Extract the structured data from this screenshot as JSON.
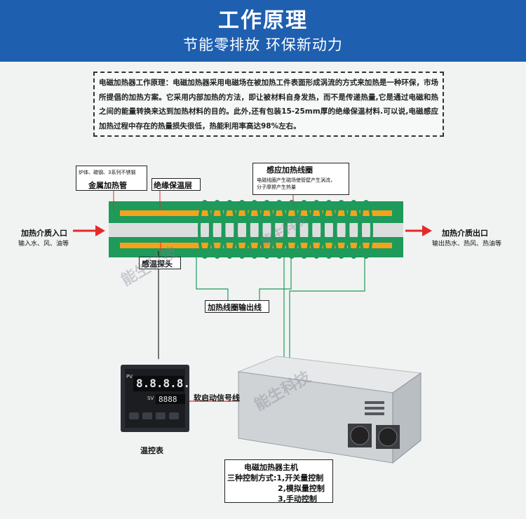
{
  "header": {
    "title": "工作原理",
    "subtitle": "节能零排放 环保新动力",
    "background_color": "#1e5fb0"
  },
  "intro_text": "电磁加热器工作原理：电磁加热器采用电磁场在被加热工件表面形成涡流的方式来加热是一种环保，市场所提倡的加热方案。它采用内部加热的方法，即让被材料自身发热，而不是传递热量,它是通过电磁和热之间的能量转换来达到加热材料的目的。此外,还有包装15-25mm厚的绝缘保温材料.可以说,电磁感应加热过程中存在的热量损失很低，热能利用率高达98%左右。",
  "labels": {
    "pipe_materials": "炉体、碳钢、3系列不锈钢",
    "metal_pipe": "金属加热管",
    "insulation": "绝缘保温层",
    "coil": "感应加热线圈",
    "coil_desc_1": "电磁线圈产生磁场使管壁产生涡流，",
    "coil_desc_2": "分子摩擦产生热量",
    "inlet": "加热介质入口",
    "inlet_desc": "输入水、风、油等",
    "outlet": "加热介质出口",
    "outlet_desc": "输出热水、热风、热油等",
    "probe": "感温探头",
    "coil_output": "加热线圈输出线",
    "soft_start": "软启动信号线",
    "controller": "温控表",
    "host_title": "电磁加热器主机",
    "host_modes": [
      "三种控制方式:1,开关量控制",
      "2,模拟量控制",
      "3,手动控制"
    ],
    "watermark": "能生科技"
  },
  "controller_display": {
    "pv_label": "PV",
    "sv_label": "SV",
    "pv_value": "8.8.8.8.",
    "sv_value": "8888"
  },
  "colors": {
    "pipe_green": "#1e9a5a",
    "insulation_orange": "#f5a21c",
    "arrow_red": "#e52a2a",
    "coil_green": "#1e9a5a"
  }
}
